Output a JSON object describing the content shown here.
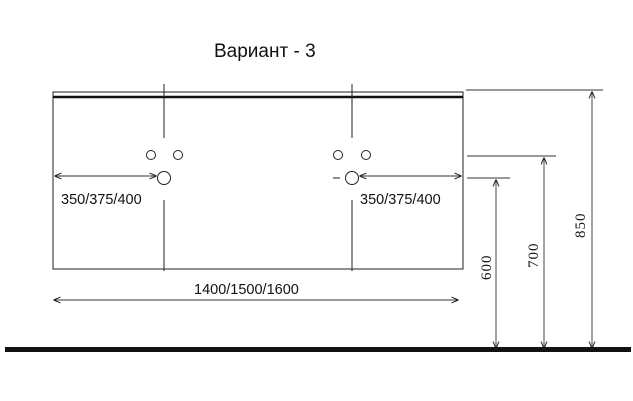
{
  "title": "Вариант - 3",
  "dimensions": {
    "left_offset": "350/375/400",
    "right_offset": "350/375/400",
    "total_width": "1400/1500/1600",
    "height_600": "600",
    "height_700": "700",
    "height_850": "850"
  },
  "colors": {
    "stroke": "#222222",
    "floor": "#111111",
    "background": "#ffffff"
  }
}
